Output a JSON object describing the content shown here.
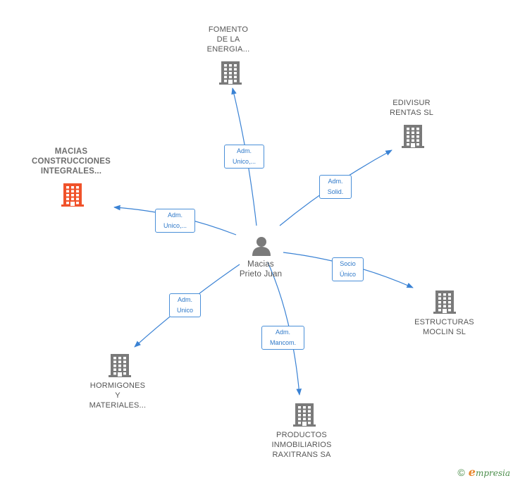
{
  "center": {
    "label": "Macias\nPrieto Juan",
    "icon": "person-icon"
  },
  "companies": [
    {
      "id": "fomento",
      "label": "FOMENTO\nDE LA\nENERGIA...",
      "color": "#7a7a7a",
      "icon": "building-icon"
    },
    {
      "id": "edivisur",
      "label": "EDIVISUR\nRENTAS  SL",
      "color": "#7a7a7a",
      "icon": "building-icon"
    },
    {
      "id": "macias",
      "label": "MACIAS\nCONSTRUCCIONES\nINTEGRALES...",
      "color": "#f0522a",
      "icon": "building-icon"
    },
    {
      "id": "estructuras",
      "label": "ESTRUCTURAS\nMOCLIN SL",
      "color": "#7a7a7a",
      "icon": "building-icon"
    },
    {
      "id": "hormigones",
      "label": "HORMIGONES\nY\nMATERIALES...",
      "color": "#7a7a7a",
      "icon": "building-icon"
    },
    {
      "id": "productos",
      "label": "PRODUCTOS\nINMOBILIARIOS\nRAXITRANS SA",
      "color": "#7a7a7a",
      "icon": "building-icon"
    }
  ],
  "relations": [
    {
      "to": "fomento",
      "label": "Adm.\nUnico,..."
    },
    {
      "to": "edivisur",
      "label": "Adm.\nSolid."
    },
    {
      "to": "macias",
      "label": "Adm.\nUnico,..."
    },
    {
      "to": "estructuras",
      "label": "Socio\nÚnico"
    },
    {
      "to": "hormigones",
      "label": "Adm.\nUnico"
    },
    {
      "to": "productos",
      "label": "Adm.\nMancom."
    }
  ],
  "colors": {
    "edge": "#3a82d4",
    "edge_label_text": "#2f79c9"
  },
  "footer": {
    "copyright": "©",
    "brand": "mpresia",
    "brand_initial": "e"
  }
}
